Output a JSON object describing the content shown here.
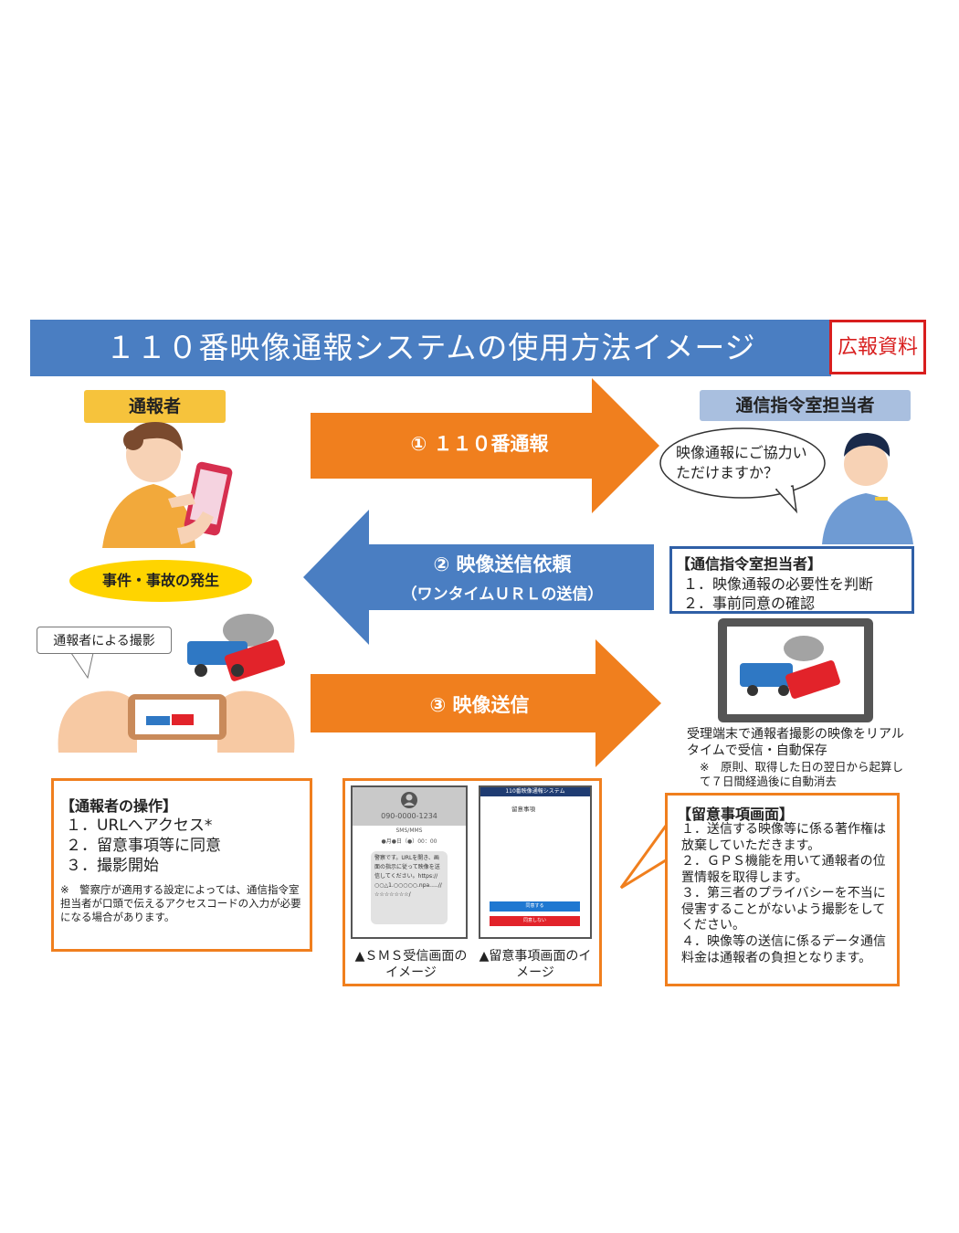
{
  "header": {
    "title": "１１０番映像通報システムの使用方法イメージ",
    "press_tag": "広報資料"
  },
  "roles": {
    "reporter": "通報者",
    "operator": "通信指令室担当者"
  },
  "arrows": {
    "step1": "① １１０番通報",
    "step2": "② 映像送信依頼",
    "step2_sub": "（ワンタイムＵＲＬの送信）",
    "step3": "③ 映像送信"
  },
  "operator_bubble": "映像通報にご協力いただけますか？",
  "incident": "事件・事故の発生",
  "filming_bubble": "通報者による撮影",
  "operator_tasks": {
    "title": "【通信指令室担当者】",
    "items": [
      "１．映像通報の必要性を判断",
      "２．事前同意の確認"
    ]
  },
  "receive": {
    "caption": "受理端末で通報者撮影の映像をリアルタイムで受信・自動保存",
    "note": "※　原則、取得した日の翌日から起算して７日間経過後に自動消去"
  },
  "reporter_ops": {
    "title": "【通報者の操作】",
    "items": [
      "１．URLへアクセス*",
      "２．留意事項等に同意",
      "３．撮影開始"
    ],
    "note": "※　警察庁が適用する設定によっては、通信指令室担当者が口頭で伝えるアクセスコードの入力が必要になる場合があります。"
  },
  "sms_screen": {
    "number": "090-0000-1234",
    "type": "SMS/MMS",
    "date": "●月●日（●）00：00",
    "message": "警察です。URLを開き、画面の指示に従って映像を送信してください。https://○○△1.○○○○○.npa.....//☆☆☆☆☆☆☆/",
    "caption": "▲ＳＭＳ受信画面のイメージ"
  },
  "notes_screen": {
    "header": "110番映像通報システム",
    "title": "留意事項",
    "agree": "同意する",
    "disagree": "同意しない",
    "caption": "▲留意事項画面のイメージ"
  },
  "notes_box": {
    "title": "【留意事項画面】",
    "items": [
      "１．送信する映像等に係る著作権は放棄していただきます。",
      "２．ＧＰＳ機能を用いて通報者の位置情報を取得します。",
      "３．第三者のプライバシーを不当に侵害することがないよう撮影をしてください。",
      "４．映像等の送信に係るデータ通信料金は通報者の負担となります。"
    ]
  },
  "colors": {
    "title_band": "#4a7ec2",
    "orange_arrow": "#f07f1e",
    "blue_arrow": "#4a7ec2",
    "press_red": "#d81e1e",
    "reporter_label": "#f6c33c",
    "operator_label": "#a9bfdf",
    "incident": "#ffd400"
  }
}
